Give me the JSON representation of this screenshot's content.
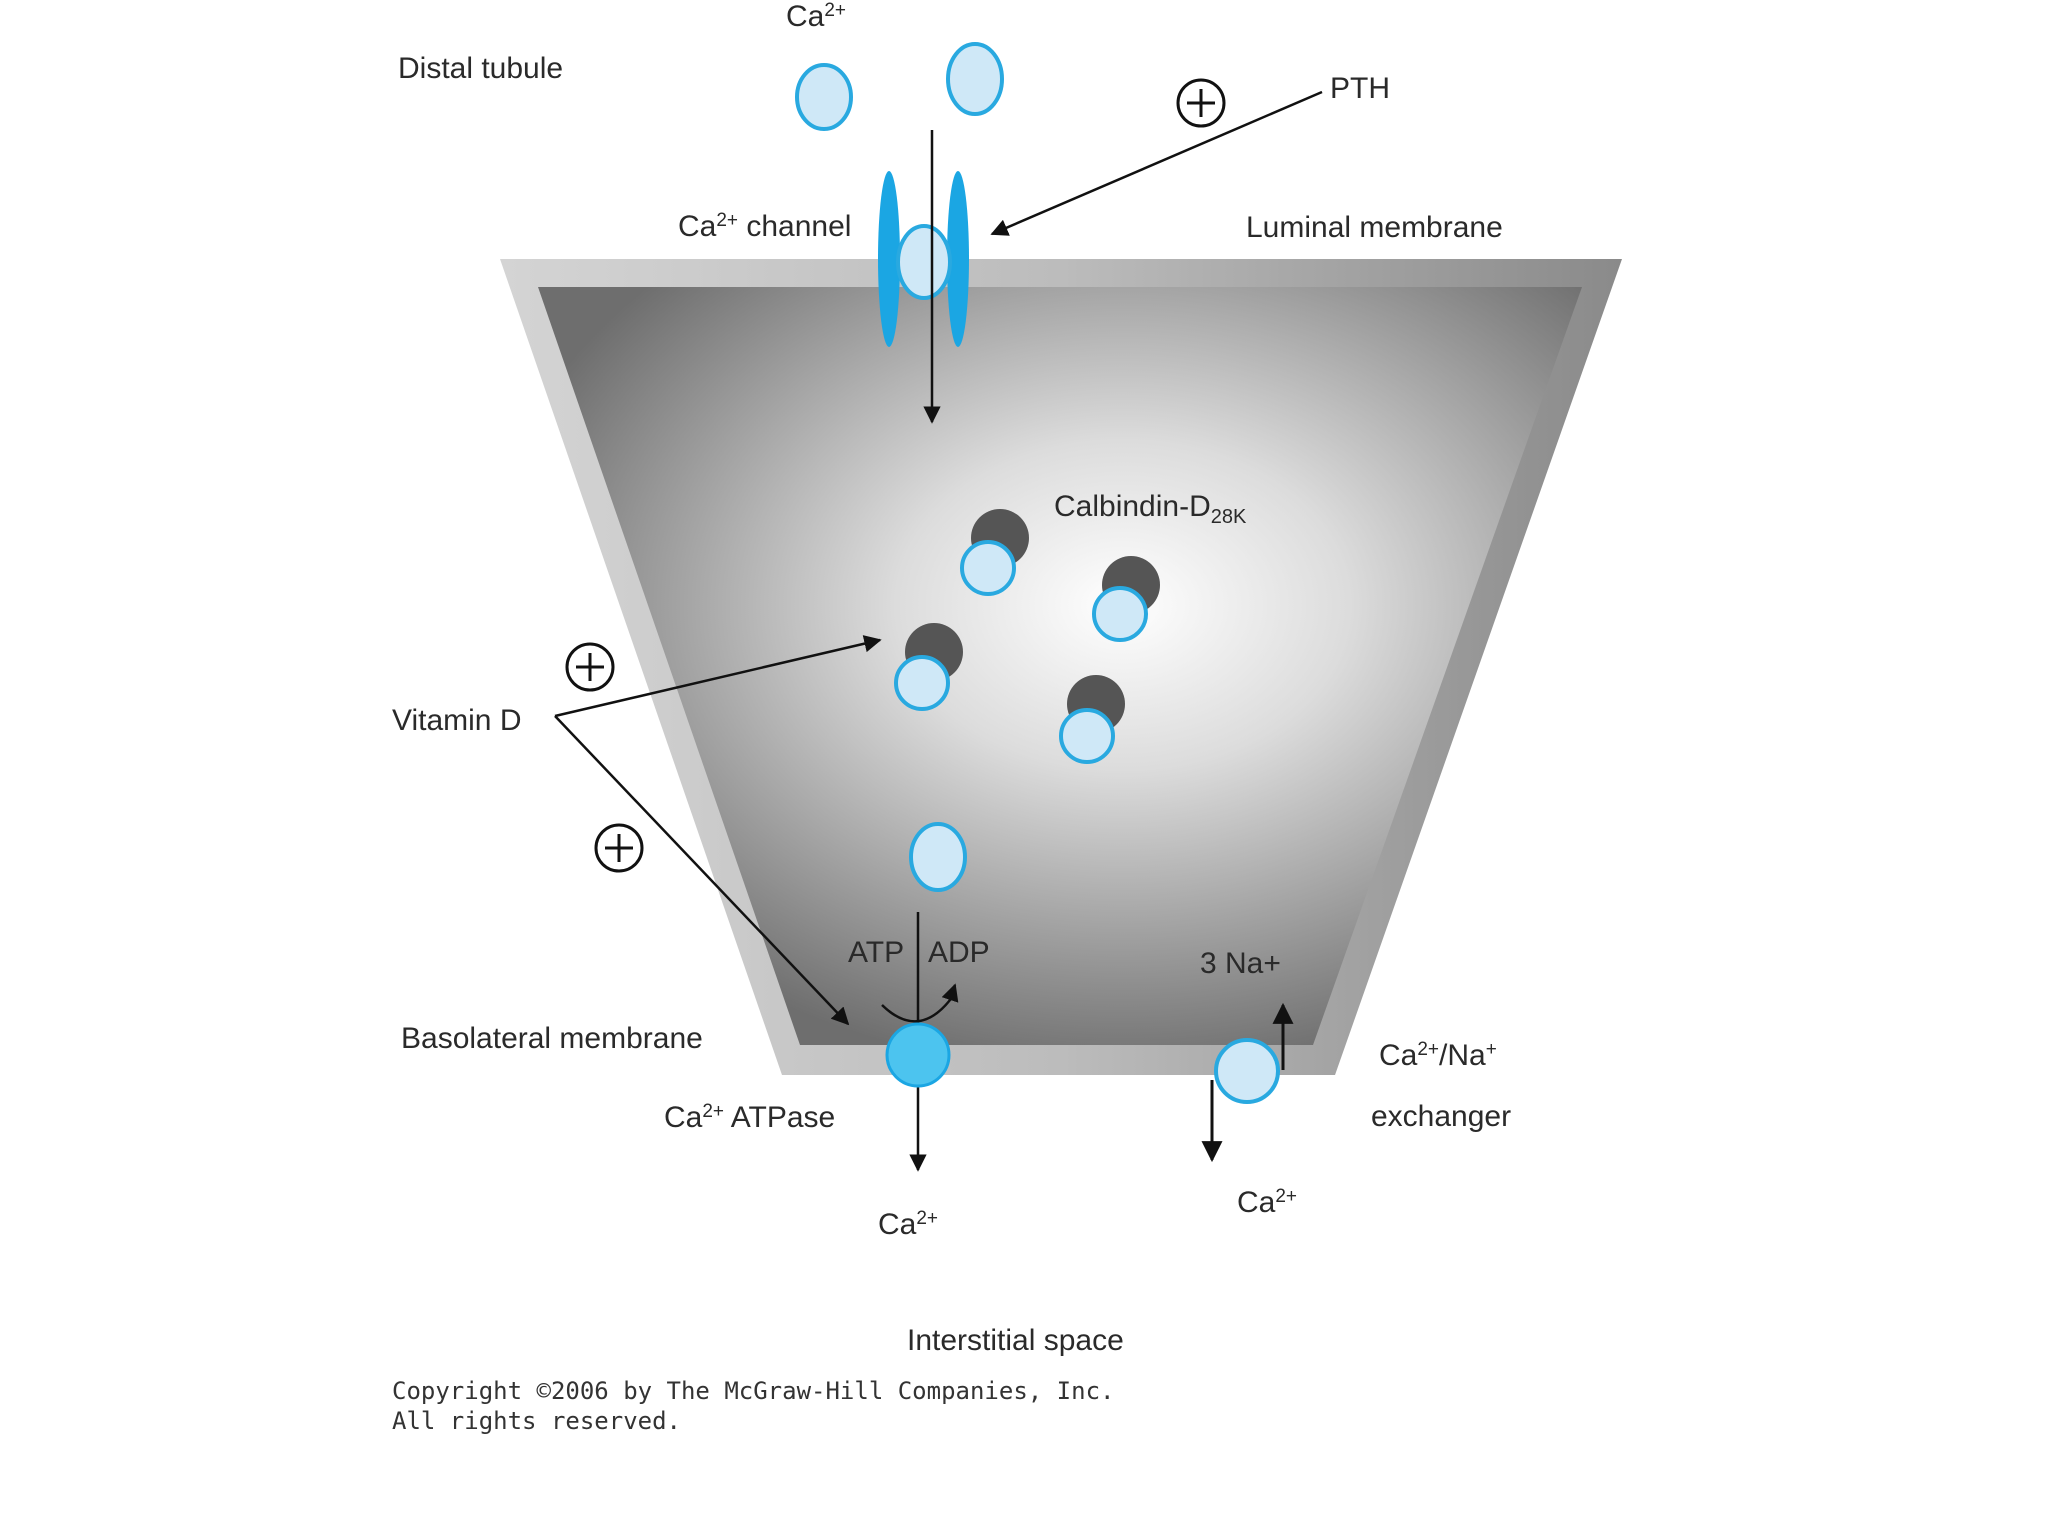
{
  "labels": {
    "distal_tubule": "Distal tubule",
    "ca_top": "Ca",
    "ca_top_charge": "2+",
    "pth": "PTH",
    "channel_ion": "Ca",
    "channel_ion_charge": "2+",
    "channel_word": " channel",
    "luminal_membrane": "Luminal membrane",
    "calbindin_main": "Calbindin-D",
    "calbindin_sub": "28K",
    "vitamin_d": "Vitamin D",
    "atp": "ATP",
    "adp": "ADP",
    "na": "3 Na+",
    "basolateral_membrane": "Basolateral membrane",
    "atpase_ion": "Ca",
    "atpase_ion_charge": "2+",
    "atpase_word": " ATPase",
    "exchanger_line1_a": "Ca",
    "exchanger_line1_a_charge": "2+",
    "exchanger_line1_b": "/Na",
    "exchanger_line1_b_charge": "+",
    "exchanger_line2": "exchanger",
    "ca_bottom_left": "Ca",
    "ca_bottom_left_charge": "2+",
    "ca_bottom_right": "Ca",
    "ca_bottom_right_charge": "2+",
    "interstitial_space": "Interstitial space",
    "plus_symbol": "+"
  },
  "copyright": {
    "line1": "Copyright ©2006 by The McGraw-Hill Companies, Inc.",
    "line2": "All rights reserved."
  },
  "colors": {
    "ion_fill": "#cfe8f7",
    "ion_stroke": "#29a9e0",
    "channel": "#1ba6e3",
    "atpase_fill": "#4cc4ef",
    "calbindin": "#555555",
    "cell_frame": "#9a9a9a"
  }
}
